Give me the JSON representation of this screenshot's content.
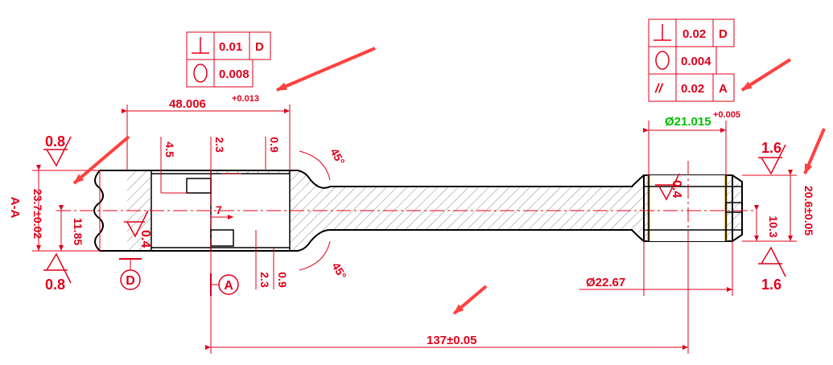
{
  "colors": {
    "dimension": "#e0001b",
    "outline": "#000000",
    "highlight": "#00c000",
    "arrow": "#ff4040"
  },
  "section": {
    "label": "A-A"
  },
  "datums": {
    "d": "D",
    "a": "A"
  },
  "gdt_left": {
    "row1": {
      "symbol": "perpendicularity-icon",
      "tol": "0.01",
      "datum": "D"
    },
    "row2": {
      "symbol": "flatness-ellipse-icon",
      "tol": "0.008"
    }
  },
  "gdt_right": {
    "row1": {
      "symbol": "perpendicularity-icon",
      "tol": "0.02",
      "datum": "D"
    },
    "row2": {
      "symbol": "flatness-ellipse-icon",
      "tol": "0.004"
    },
    "row3": {
      "symbol": "parallelism-icon",
      "sym_text": "//",
      "tol": "0.02",
      "datum": "A"
    }
  },
  "dims": {
    "big_end_width": "48.006",
    "big_end_width_tol": "+0.013",
    "big_end_bore": "23.7±0.02",
    "half_bore": "11.85",
    "d45": "4.5",
    "d23_top": "2.3",
    "d09_top": "0.9",
    "d7": "7",
    "d23_bot": "2.3",
    "d09_bot": "0.9",
    "angle_top": "45°",
    "angle_bot": "45°",
    "small_end_dia": "Ø21.015",
    "small_end_dia_tol": "+0.005",
    "small_end_outer": "Ø22.67",
    "small_end_width": "20.6±0.05",
    "small_half": "10.3",
    "center_distance": "137±0.05"
  },
  "roughness": {
    "left_top": "0.8",
    "left_bot": "0.8",
    "right_top": "1.6",
    "right_bot": "1.6",
    "bore_left": "0.4",
    "bore_right": "0.4"
  }
}
